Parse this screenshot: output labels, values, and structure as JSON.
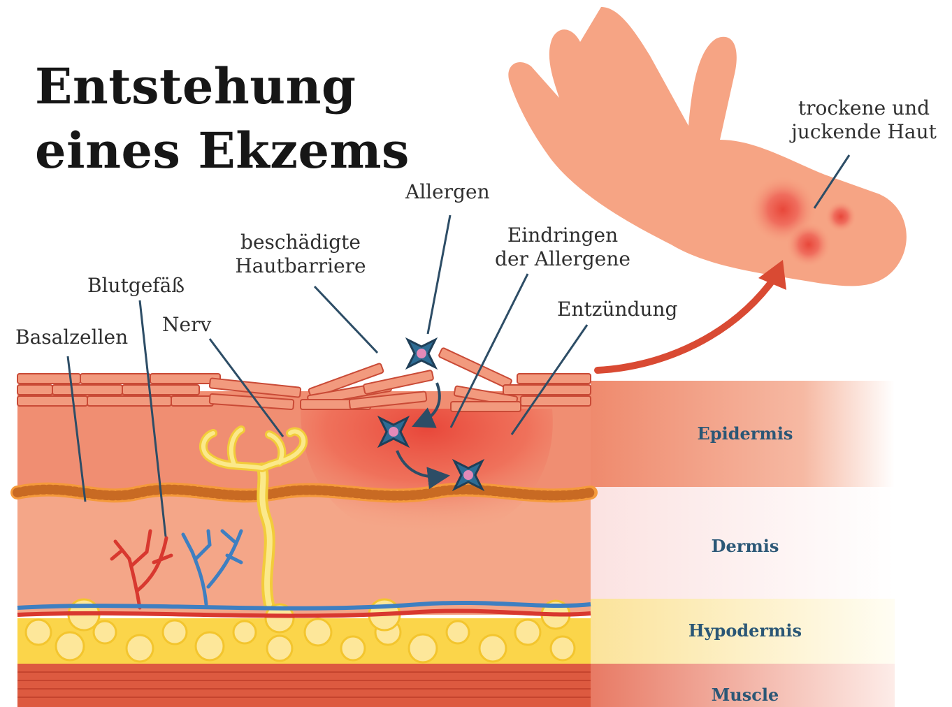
{
  "title": {
    "line1": "Entstehung",
    "line2": "eines Ekzems"
  },
  "labels": {
    "allergen": "Allergen",
    "barrier": {
      "line1": "beschädigte",
      "line2": "Hautbarriere"
    },
    "penetration": {
      "line1": "Eindringen",
      "line2": "der Allergene"
    },
    "inflammation": "Entzündung",
    "blood_vessel": "Blutgefäß",
    "nerve": "Nerv",
    "basal_cells": "Basalzellen",
    "hand_note": {
      "line1": "trockene und",
      "line2": "juckende Haut"
    }
  },
  "layers": {
    "epidermis": "Epidermis",
    "dermis": "Dermis",
    "hypodermis": "Hypodermis",
    "muscle": "Muscle"
  },
  "colors": {
    "skin": "#f4a688",
    "epidermis": "#f0876a",
    "inflammation": "#e8473a",
    "basal_cells": "#f59a3b",
    "fat": "#fbd54a",
    "muscle": "#dd5a40",
    "artery": "#d8382f",
    "vein": "#3e7fc1",
    "nerve": "#f6df5a",
    "allergen": "#2d6c94",
    "arrow": "#d94a33",
    "layer_text": "#2b5776"
  }
}
